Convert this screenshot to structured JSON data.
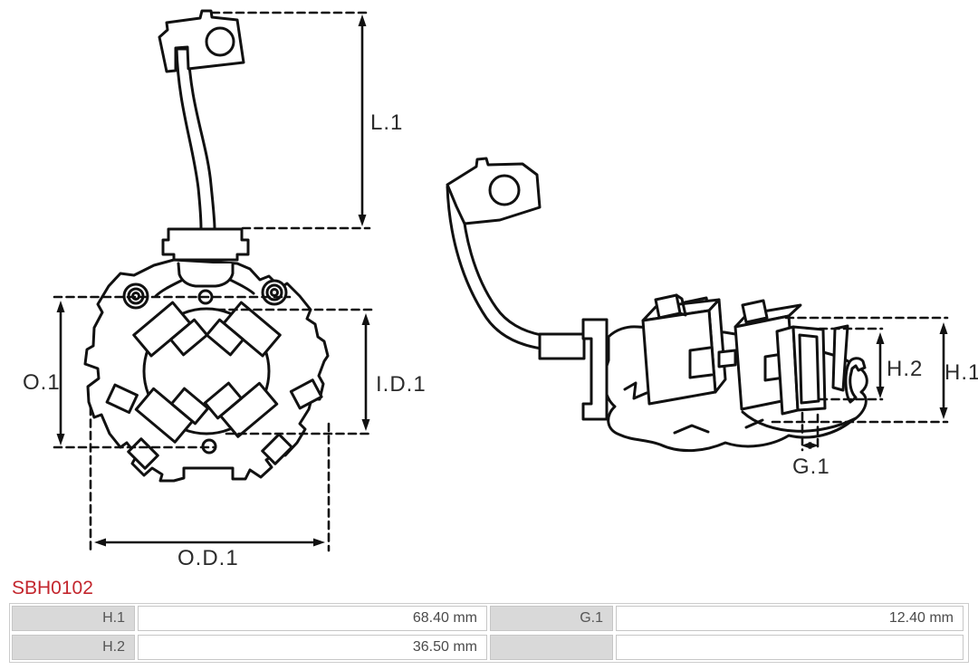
{
  "title": {
    "part_number": "SBH0102"
  },
  "colors": {
    "accent_red": "#c3262d",
    "line": "#111111",
    "table_cell_gray": "#d9d9d9"
  },
  "diagram": {
    "description": "Technical line drawing of starter brush holder, front view (left) and isometric view (right) with dimension callouts",
    "dimension_labels": {
      "l1": "L.1",
      "o1": "O.1",
      "id1": "I.D.1",
      "od1": "O.D.1",
      "h2": "H.2",
      "h1": "H.1",
      "g1": "G.1"
    }
  },
  "spec_table": {
    "rows": [
      {
        "dim1": "H.1",
        "val1": "68.40 mm",
        "dim2": "G.1",
        "val2": "12.40 mm"
      },
      {
        "dim1": "H.2",
        "val1": "36.50 mm",
        "dim2": "",
        "val2": ""
      }
    ]
  }
}
